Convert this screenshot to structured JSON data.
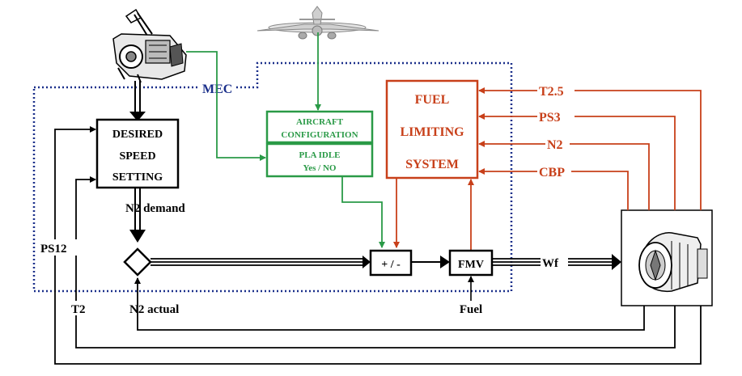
{
  "colors": {
    "black": "#000000",
    "green": "#2a9a47",
    "red": "#c8401a",
    "blue": "#1a2f8a"
  },
  "labels": {
    "mec": "MEC",
    "desired_line1": "DESIRED",
    "desired_line2": "SPEED",
    "desired_line3": "SETTING",
    "aircraft_line1": "AIRCRAFT",
    "aircraft_line2": "CONFIGURATION",
    "pla_line1": "PLA IDLE",
    "pla_line2": "Yes / NO",
    "fuel_line1": "FUEL",
    "fuel_line2": "LIMITING",
    "fuel_line3": "SYSTEM",
    "n2_demand": "N2 demand",
    "n2_actual": "N2 actual",
    "ps12": "PS12",
    "t2": "T2",
    "sum_junction": "+ / -",
    "fmv": "FMV",
    "wf": "Wf",
    "fuel": "Fuel",
    "t25": "T2.5",
    "ps3": "PS3",
    "n2": "N2",
    "cbp": "CBP"
  },
  "icons": {
    "throttle": "throttle-quadrant-icon",
    "aircraft": "aircraft-icon",
    "engine": "turbofan-engine-icon"
  }
}
